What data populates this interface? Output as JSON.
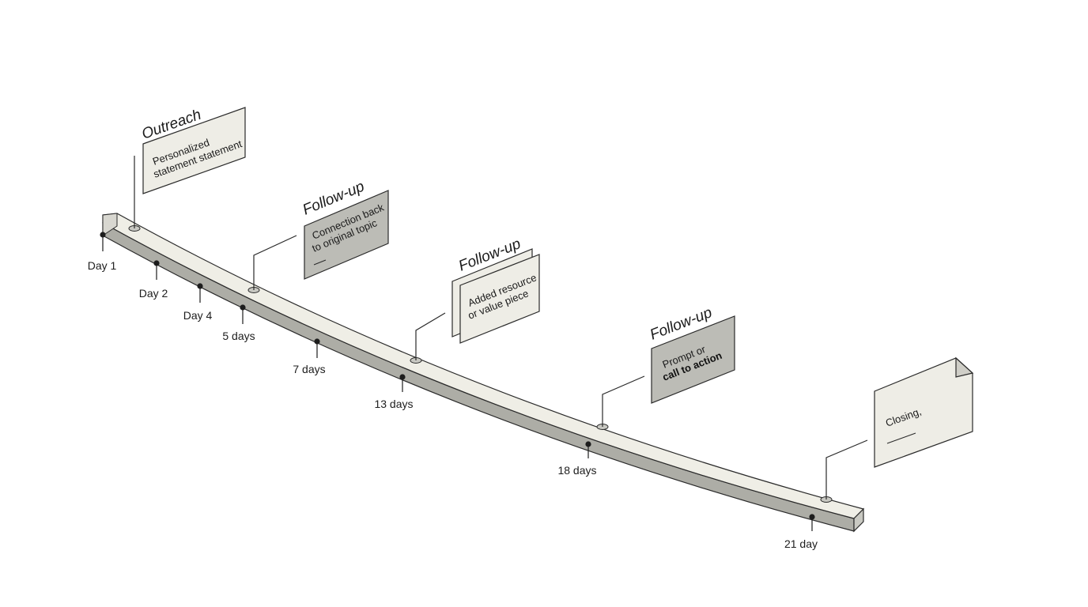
{
  "timeline": {
    "ticks": [
      "Day 1",
      "Day 2",
      "Day 4",
      "5 days",
      "7 days",
      "13 days",
      "18 days",
      "21 day"
    ]
  },
  "cards": [
    {
      "title": "Outreach",
      "line1": "Personalized",
      "line2": "statement statement"
    },
    {
      "title": "Follow-up",
      "line1": "Connection back",
      "line2": "to original topic"
    },
    {
      "title": "Follow-up",
      "line1": "Added resource",
      "line2": "or value piece"
    },
    {
      "title": "Follow-up",
      "line1": "Prompt or",
      "line2": "call to action"
    },
    {
      "line1": "Closing,"
    }
  ],
  "colors": {
    "beam_top": "#efeee6",
    "beam_front": "#adada6",
    "card_light": "#eeede6",
    "card_dark": "#bcbcb6",
    "stroke": "#2a2a2a"
  }
}
